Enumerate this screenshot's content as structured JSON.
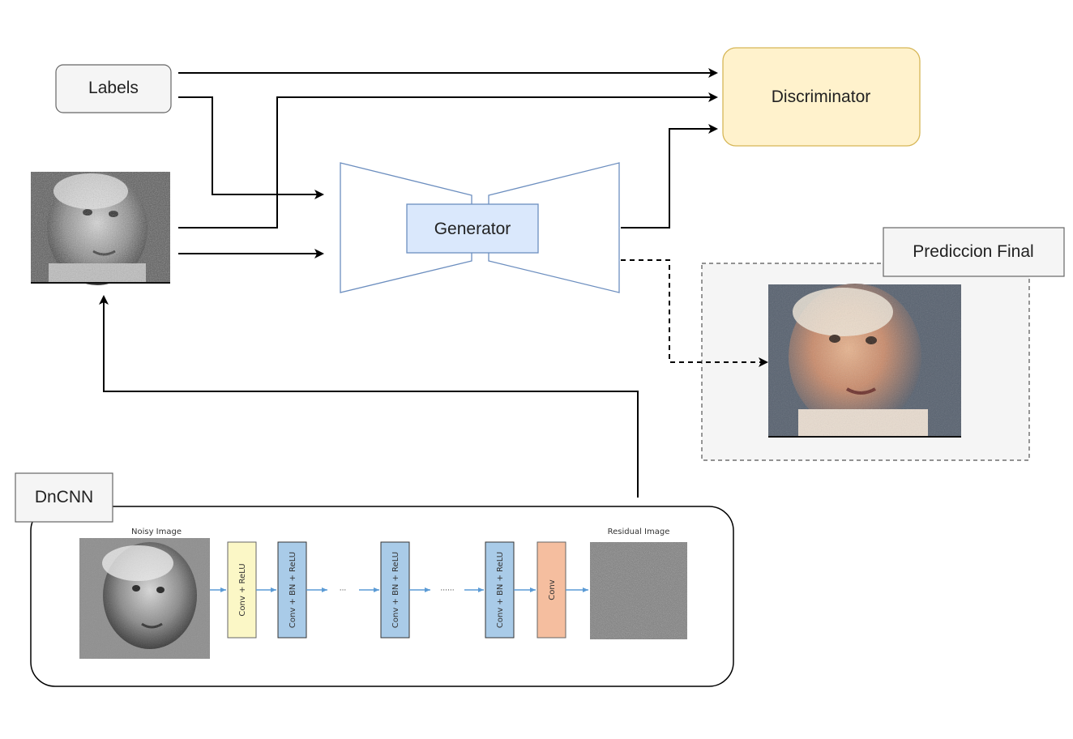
{
  "nodes": {
    "labels": "Labels",
    "discriminator": "Discriminator",
    "generator": "Generator",
    "prediction": "Prediccion Final",
    "dncnn": "DnCNN"
  },
  "dncnn_pipeline": {
    "noisy_label": "Noisy Image",
    "residual_label": "Residual Image",
    "layers": {
      "first": "Conv + ReLU",
      "middle_1": "Conv + BN + ReLU",
      "middle_2": "Conv + BN + ReLU",
      "middle_3": "Conv + BN + ReLU",
      "last": "Conv"
    },
    "ellipsis_1": "···",
    "ellipsis_2": "······"
  },
  "colors": {
    "discriminator_fill": "#fff2cc",
    "discriminator_stroke": "#d6b656",
    "generator_fill": "#dae8fc",
    "generator_stroke": "#6c8ebf",
    "labels_fill": "#f5f5f5",
    "layer_first": "#fbf7c6",
    "layer_middle": "#a9cbe8",
    "layer_last": "#f5be9f",
    "pipeline_arrow": "#5b9bd5"
  }
}
